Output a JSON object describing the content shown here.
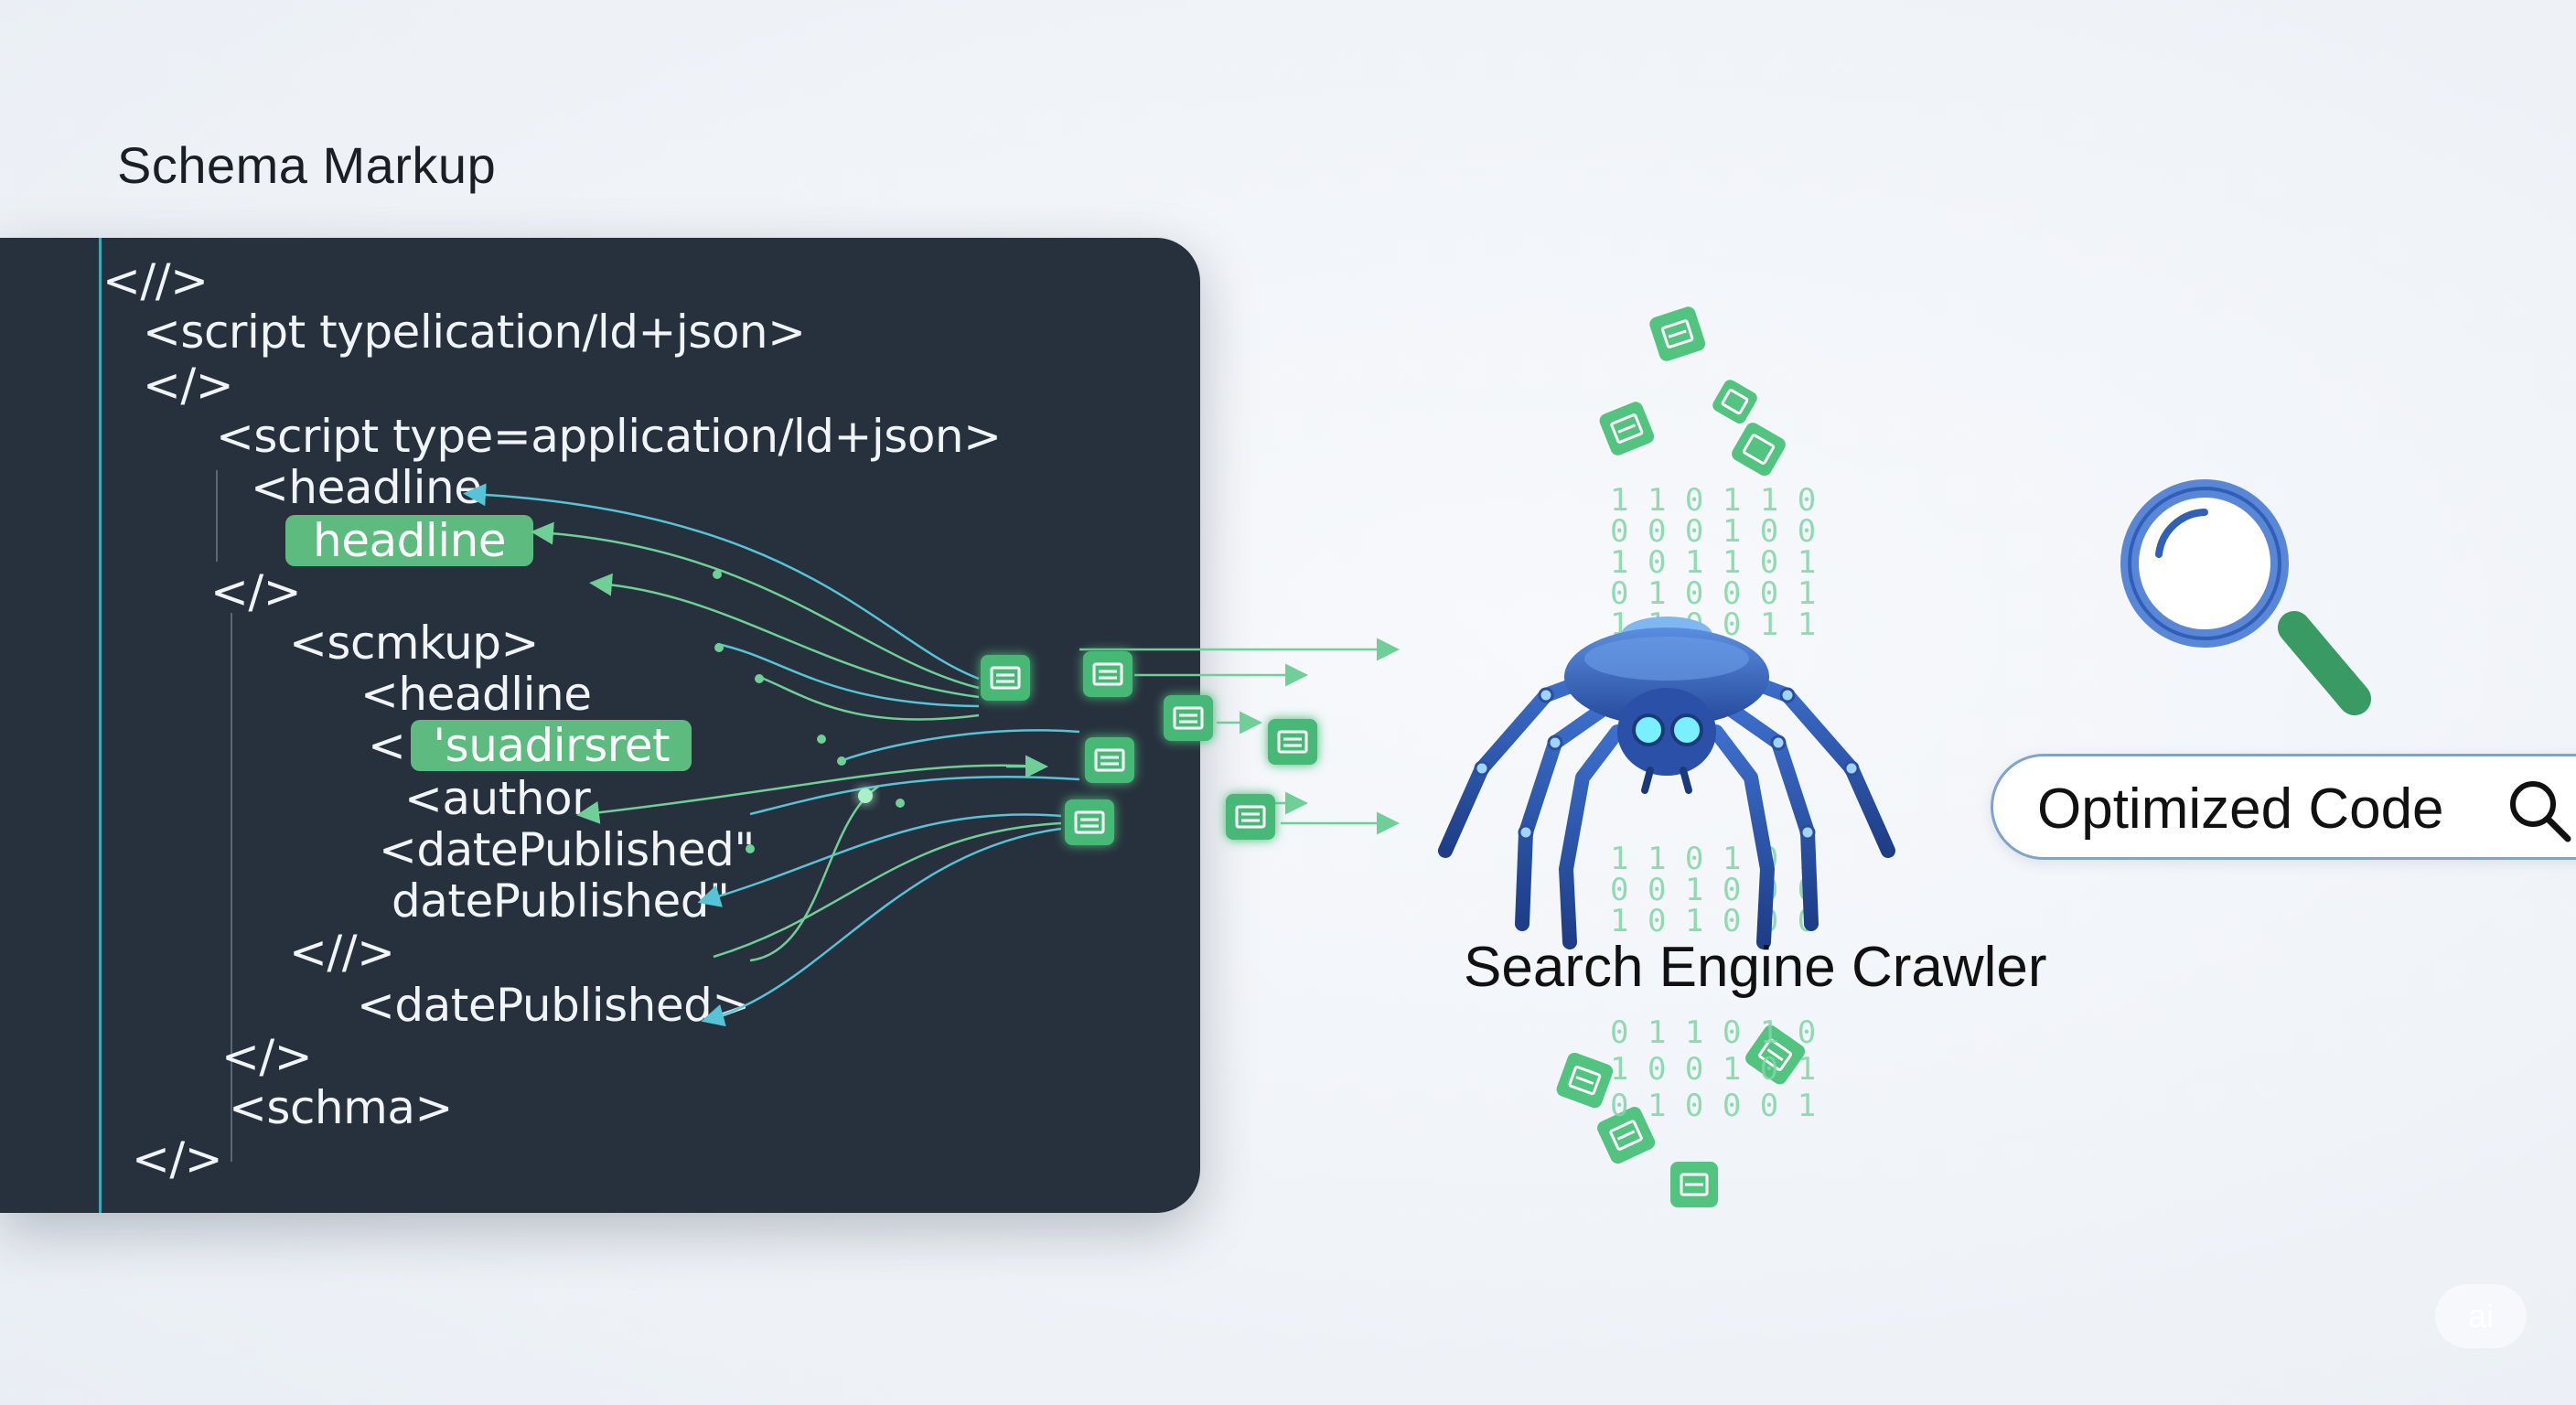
{
  "title": "Schema Markup",
  "code_lines": [
    "<//>",
    "<script typelication/ld+json>",
    "</>",
    "<script type=application/ld+json>",
    "<headline",
    "headline",
    "</>",
    "<scmkup>",
    "<headline",
    "<",
    "'suadirsret",
    "<author",
    "<datePublished\"",
    "datePublished\"",
    "<//>",
    "<datePublished>",
    "</>",
    "<schma>",
    "</>"
  ],
  "crawler_label": "Search Engine Crawler",
  "search": {
    "text": "Optimized Code"
  },
  "binary": {
    "top": [
      "1 1 0 1 1 0",
      "0 0 0 1 0 0",
      "1 0 1 1 0 1",
      "0 1 0 0 0 1",
      "1 1 0 0 1 1"
    ],
    "bottom": [
      "1 1 0 1 0 1",
      "0 0 1 0 0 0",
      "1 0 1 0 0 0",
      "0 1 1 0 1 0",
      "1 0 0 1 0 1",
      "0 1 0 0 0 1"
    ]
  },
  "watermark": "ai",
  "colors": {
    "panel": "#27303d",
    "accent_green": "#5dbb7f",
    "accent_cyan": "#3fb7c7",
    "spider_blue": "#2f5fb8",
    "magnifier_green": "#3fa66b"
  },
  "icons": [
    "code-block-icon",
    "spider-icon",
    "magnifier-icon",
    "search-icon"
  ]
}
